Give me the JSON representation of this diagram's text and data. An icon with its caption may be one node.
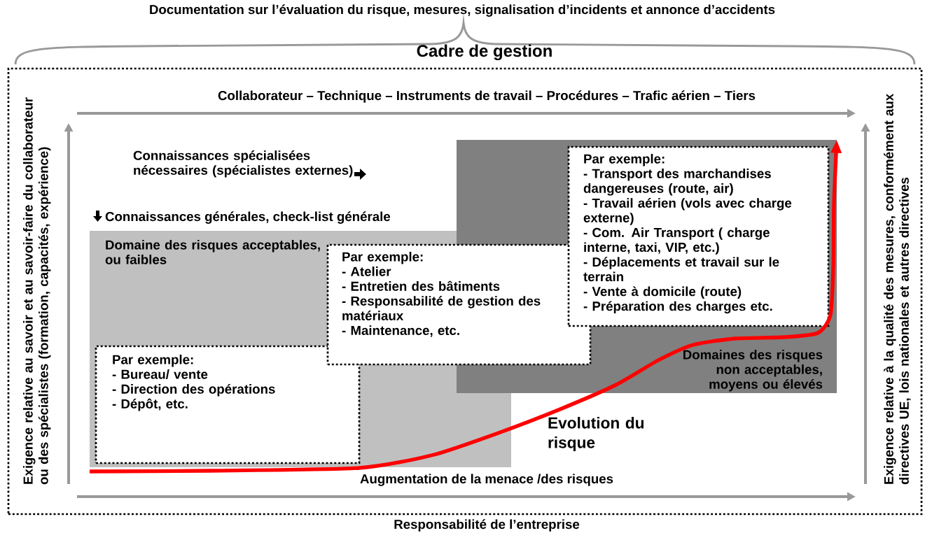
{
  "diagram": {
    "nodes": [
      {
        "text": [
          "Cadre de gestion"
        ]
      },
      {
        "text": [
          "Domaine des risques acceptables, ou faibles"
        ],
        "in": 0
      },
      {
        "text": [
          "Domaines des risques non acceptables, moyens ou élevés"
        ],
        "in": 0
      },
      {
        "text": [
          "Par exemple:",
          "- Bureau/ vente",
          "- Direction des opérations",
          "- Dépôt, etc."
        ],
        "in": 1
      },
      {
        "text": [
          "Par exemple:",
          "- Atelier",
          "- Entretien des bâtiments",
          "- Responsabilité de gestion des matériaux",
          "- Maintenance, etc."
        ],
        "in": 0
      },
      {
        "text": [
          "Par exemple:",
          "- Transport des marchandises dangereuses (route, air)",
          "- Travail aérien (vols avec charge externe)",
          "- Com. Air Transport ( charge interne,  taxi, VIP, etc.)",
          "- Déplacements et travail sur le terrain",
          "- Vente à domicile (route)",
          "- Préparation des charges etc."
        ],
        "in": 2
      }
    ],
    "edges": [
      {
        "from": 1,
        "to": 2,
        "arrow": "to",
        "color": "#ff0000"
      }
    ],
    "labels": [
      "Documentation sur l’évaluation du risque, mesures, signalisation d’incidents et annonce d’accidents",
      "Collaborateur – Technique – Instruments de travail – Procédures – Trafic aérien – Tiers",
      "Connaissances spécialisées nécessaires (spécialistes externes)",
      "Connaissances générales, check-list générale",
      "Evolution du risque",
      "Augmentation de la menace /des risques",
      "Responsabilité de l’entreprise",
      "Exigence relative au savoir et au savoir-faire du collaborateur ou des spécialistes (formation, capacités, expérience)",
      "Exigence relative à la qualité des mesures, conformément aux directives UE, lois nationales et autres directives"
    ]
  }
}
